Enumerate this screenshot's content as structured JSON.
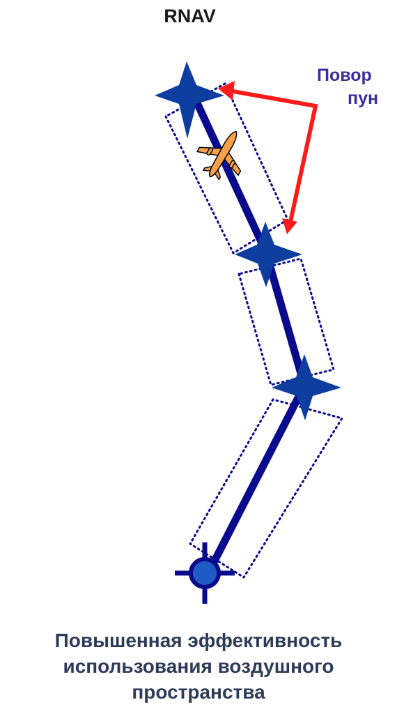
{
  "header": {
    "title": "RNAV"
  },
  "callout": {
    "line1": "Повор",
    "line2": "пун"
  },
  "caption": {
    "line1": "Повышенная эффективность",
    "line2": "использования воздушного",
    "line3": "пространства"
  },
  "colors": {
    "route": "#0a0a8c",
    "waypoint": "#0d3d9e",
    "corridor": "#0a0a8c",
    "arrow": "#ff1a1a",
    "aircraft": "#f5a04a",
    "callout_text": "#3b2fa0",
    "caption_text": "#2e3b57"
  },
  "diagram": {
    "waypoints": [
      "waypoint-1",
      "waypoint-2",
      "waypoint-3"
    ],
    "navaid": "vor-station-icon",
    "aircraft_icon": "airplane-icon",
    "arrow_icon": "turn-arrow"
  }
}
